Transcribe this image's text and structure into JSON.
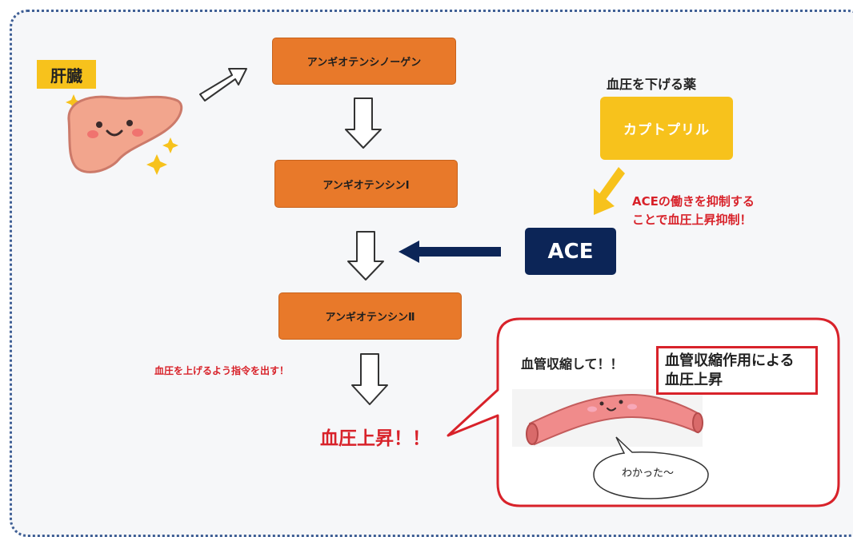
{
  "liver": {
    "label": "肝臓"
  },
  "flow": {
    "step1": "アンギオテンシノーゲン",
    "step2": "アンギオテンシンⅠ",
    "step3": "アンギオテンシンⅡ",
    "result": "血圧上昇！！",
    "instruction": "血圧を上げるよう指令を出す！"
  },
  "drug": {
    "heading": "血圧を下げる薬",
    "name": "カプトプリル"
  },
  "enzyme": {
    "name": "ACE",
    "note_line1": "ACEの働きを抑制する",
    "note_line2": "ことで血圧上昇抑制！"
  },
  "vessel": {
    "speech": "血管収縮して！！",
    "note_line1": "血管収縮作用による",
    "note_line2": "血圧上昇",
    "reply": "わかった～"
  },
  "colors": {
    "orange": "#e8792a",
    "yellow": "#f7c21c",
    "navy": "#0c2557",
    "red": "#d8222a",
    "frame": "#3f5f95"
  }
}
